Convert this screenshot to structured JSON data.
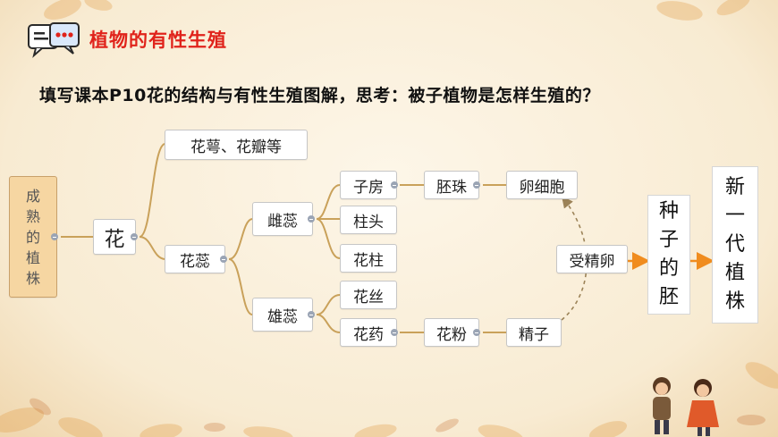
{
  "header": {
    "title": "植物的有性生殖",
    "instruction": "填写课本P10花的结构与有性生殖图解，思考：被子植物是怎样生殖的？"
  },
  "diagram": {
    "root": [
      "成",
      "熟",
      "的",
      "植",
      "株"
    ],
    "flower": "花",
    "sepal_petal": "花萼、花瓣等",
    "pistil_stamen": "花蕊",
    "pistil": "雌蕊",
    "stamen": "雄蕊",
    "ovary": "子房",
    "stigma": "柱头",
    "style": "花柱",
    "filament": "花丝",
    "anther": "花药",
    "ovule": "胚珠",
    "egg_cell": "卵细胞",
    "pollen": "花粉",
    "sperm": "精子",
    "fertilized_egg": "受精卵",
    "seed_embryo": [
      "种",
      "子",
      "的",
      "胚"
    ],
    "new_plant": [
      "新",
      "一",
      "代",
      "植",
      "株"
    ]
  },
  "colors": {
    "title": "#e0231b",
    "connector": "#c9a15a",
    "arrow": "#f08c1e",
    "dashed": "#9c8358"
  }
}
